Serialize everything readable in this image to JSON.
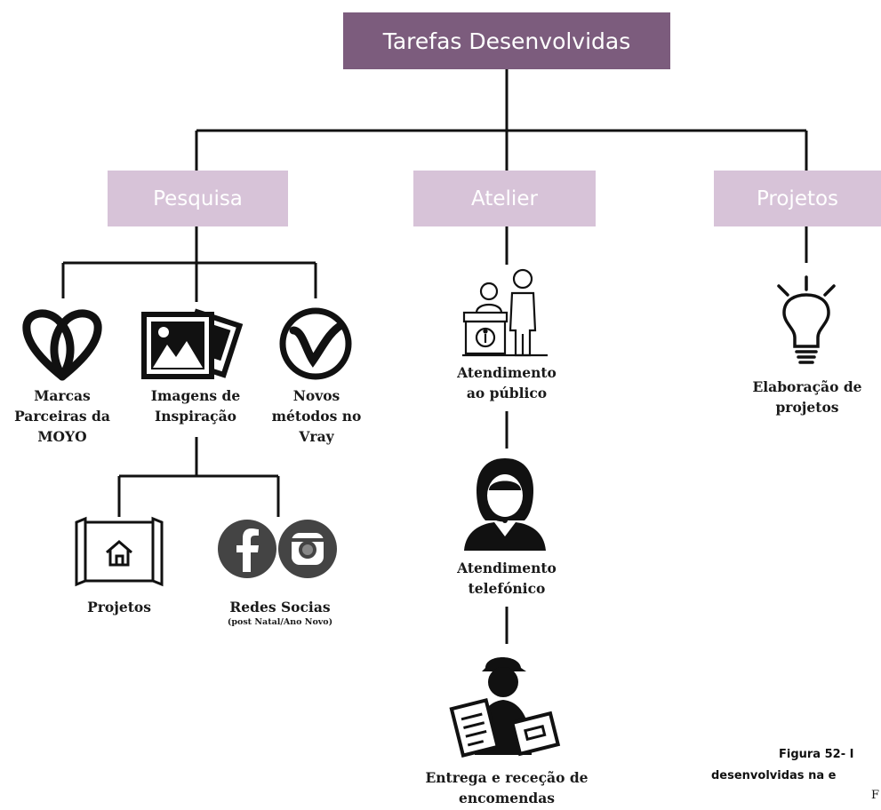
{
  "root": "Tarefas Desenvolvidas",
  "categories": {
    "pesquisa": "Pesquisa",
    "atelier": "Atelier",
    "projetos": "Projetos"
  },
  "pesquisa_items": {
    "marcas": [
      "Marcas",
      "Parceiras da",
      "MOYO"
    ],
    "imagens": [
      "Imagens de",
      "Inspiração"
    ],
    "novos": [
      "Novos",
      "métodos no",
      "Vray"
    ],
    "projetos": "Projetos",
    "redes": "Redes Socias",
    "redes_sub": "(post Natal/Ano Novo)"
  },
  "atelier_items": {
    "atendimento_publico": [
      "Atendimento",
      "ao público"
    ],
    "atendimento_tel": [
      "Atendimento",
      "telefónico"
    ],
    "entrega": [
      "Entrega e receção de",
      "encomendas"
    ]
  },
  "projetos_items": {
    "elaboracao": [
      "Elaboração de",
      "projetos"
    ]
  },
  "caption": {
    "line1": "Figura 52- I",
    "line2": "desenvolvidas na e",
    "line3": "F"
  },
  "colors": {
    "root_box": "#7c5c7d",
    "category_box": "#d7c3d8",
    "line": "#111111"
  }
}
